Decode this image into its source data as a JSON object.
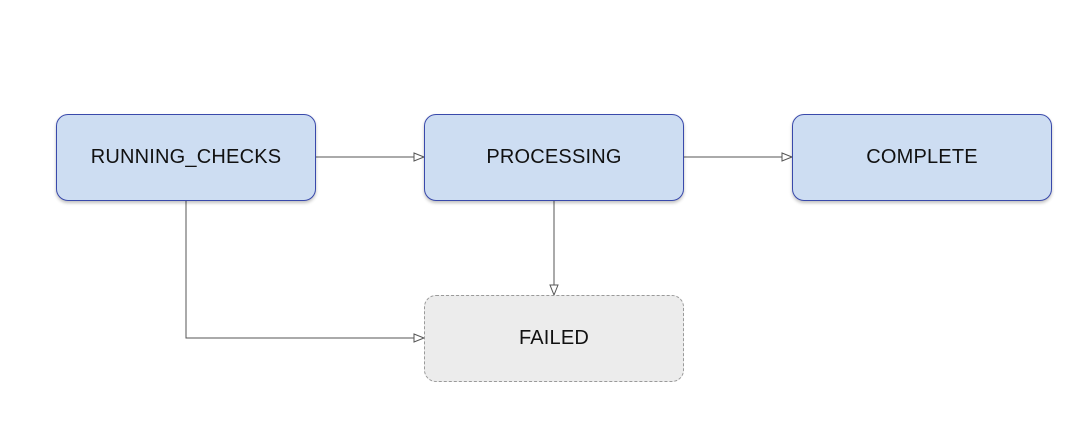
{
  "diagram": {
    "nodes": {
      "running_checks": {
        "label": "RUNNING_CHECKS"
      },
      "processing": {
        "label": "PROCESSING"
      },
      "complete": {
        "label": "COMPLETE"
      },
      "failed": {
        "label": "FAILED"
      }
    },
    "edges": [
      {
        "from": "running_checks",
        "to": "processing"
      },
      {
        "from": "processing",
        "to": "complete"
      },
      {
        "from": "processing",
        "to": "failed"
      },
      {
        "from": "running_checks",
        "to": "failed"
      }
    ],
    "colors": {
      "state_fill": "#cdddf2",
      "state_border": "#3949ab",
      "failed_fill": "#ececec",
      "failed_border": "#9a9a9a",
      "edge": "#555555"
    }
  }
}
